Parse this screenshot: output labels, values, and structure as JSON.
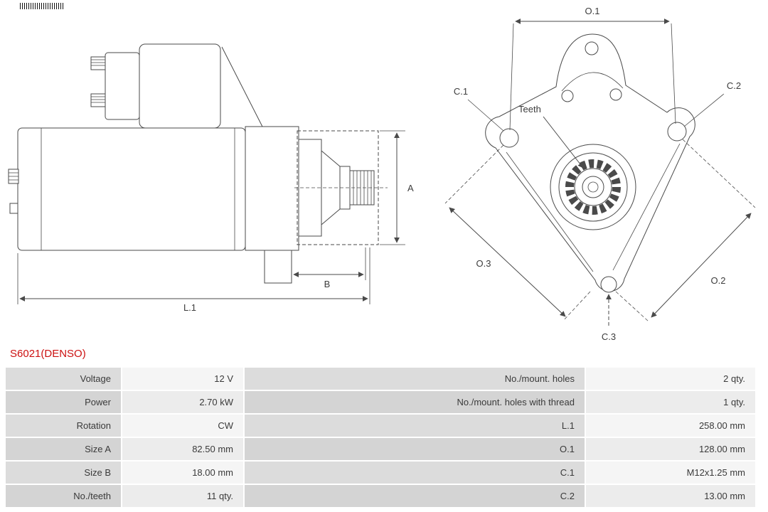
{
  "title": "S6021(DENSO)",
  "colors": {
    "title": "#cc1111",
    "line": "#4a4a4a"
  },
  "drawing": {
    "labels": {
      "a": "A",
      "b": "B",
      "l1": "L.1",
      "o1": "O.1",
      "o2": "O.2",
      "o3": "O.3",
      "c1": "C.1",
      "c2": "C.2",
      "c3": "C.3",
      "teeth": "Teeth"
    }
  },
  "table": {
    "rows": [
      {
        "left_label": "Voltage",
        "left_value": "12 V",
        "right_label": "No./mount. holes",
        "right_value": "2 qty."
      },
      {
        "left_label": "Power",
        "left_value": "2.70 kW",
        "right_label": "No./mount. holes with thread",
        "right_value": "1 qty."
      },
      {
        "left_label": "Rotation",
        "left_value": "CW",
        "right_label": "L.1",
        "right_value": "258.00 mm"
      },
      {
        "left_label": "Size A",
        "left_value": "82.50 mm",
        "right_label": "O.1",
        "right_value": "128.00 mm"
      },
      {
        "left_label": "Size B",
        "left_value": "18.00 mm",
        "right_label": "C.1",
        "right_value": "M12x1.25 mm"
      },
      {
        "left_label": "No./teeth",
        "left_value": "11 qty.",
        "right_label": "C.2",
        "right_value": "13.00 mm"
      }
    ]
  }
}
